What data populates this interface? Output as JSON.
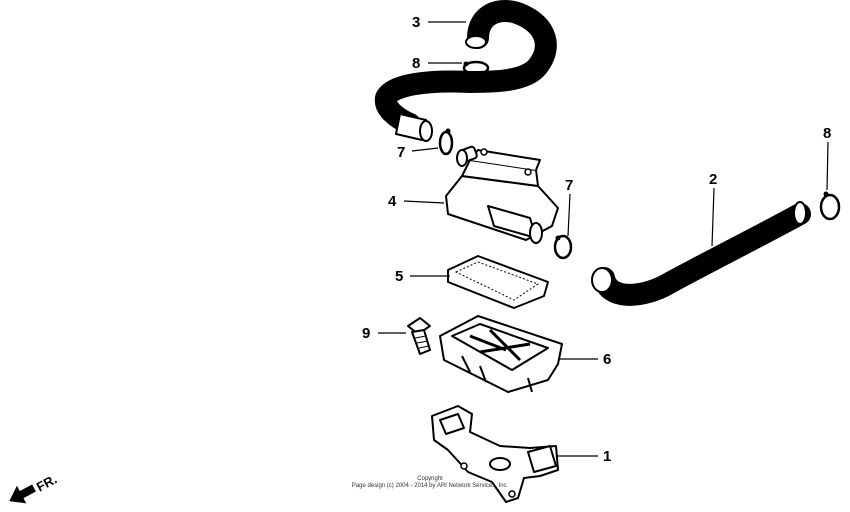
{
  "callouts": [
    {
      "id": "part-1",
      "label": "1"
    },
    {
      "id": "part-2",
      "label": "2"
    },
    {
      "id": "part-3",
      "label": "3"
    },
    {
      "id": "part-4",
      "label": "4"
    },
    {
      "id": "part-5",
      "label": "5"
    },
    {
      "id": "part-6",
      "label": "6"
    },
    {
      "id": "part-7a",
      "label": "7"
    },
    {
      "id": "part-7b",
      "label": "7"
    },
    {
      "id": "part-8a",
      "label": "8"
    },
    {
      "id": "part-8b",
      "label": "8"
    },
    {
      "id": "part-9",
      "label": "9"
    }
  ],
  "direction_marker": {
    "label": "FR.",
    "icon": "front-arrow-icon"
  },
  "copyright": {
    "line1": "Copyright",
    "line2": "Page design (c) 2004 - 2014 by ARI Network Services, Inc."
  },
  "colors": {
    "ink": "#000000",
    "background": "#ffffff"
  }
}
